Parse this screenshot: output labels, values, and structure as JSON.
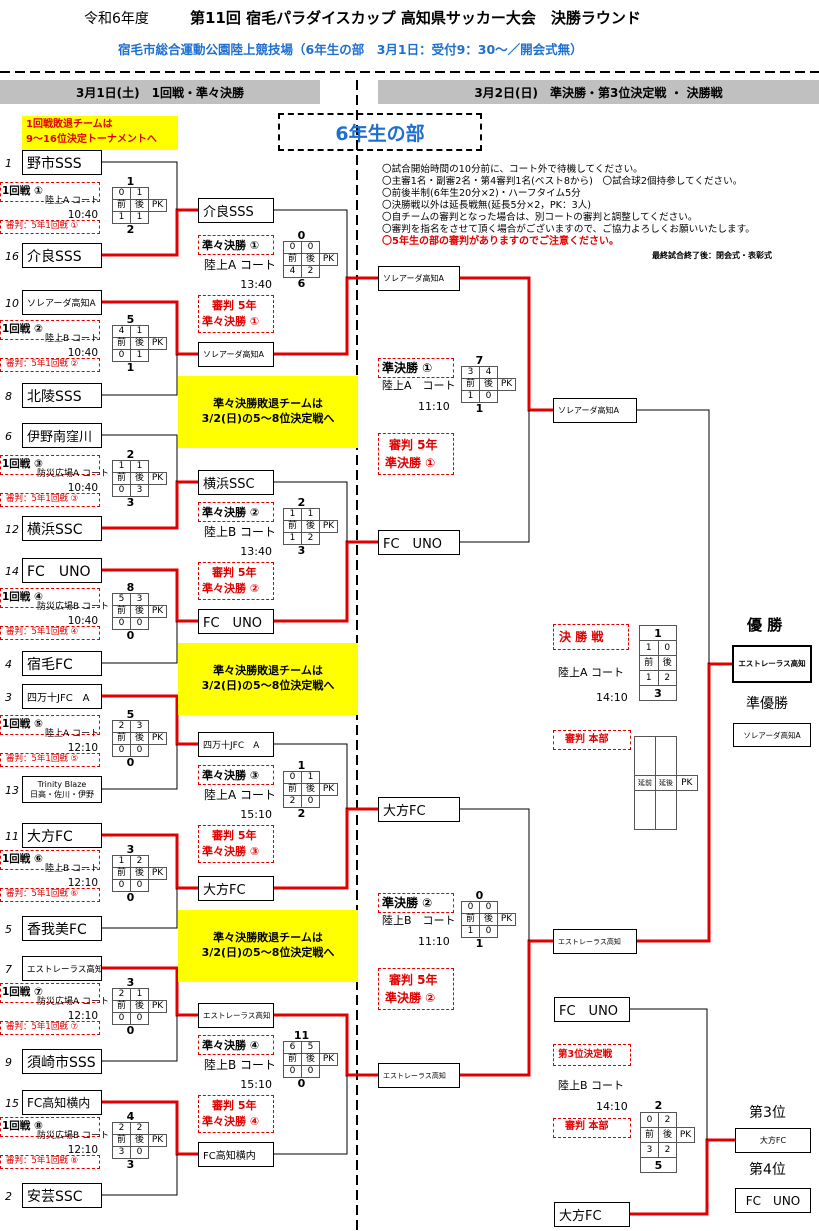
{
  "header": {
    "year": "令和6年度",
    "title": "第11回 宿毛パラダイスカップ 高知県サッカー大会　決勝ラウンド",
    "venue": "宿毛市総合運動公園陸上競技場（6年生の部　3月1日：受付9：30～／開会式無）"
  },
  "day1": "3月1日(土)　1回戦・準々決勝",
  "day2": "3月2日(日)　準決勝・第3位決定戦 ・ 決勝戦",
  "note_top": [
    "1回戦敗退チームは",
    "9～16位決定トーナメントへ"
  ],
  "division": "6年生の部",
  "notes": [
    "〇試合開始時間の10分前に、コート外で待機してください。",
    "〇主審1名・副審2名・第4審判1名(ベスト8から)　〇試合球2個持参してください。",
    "〇前後半制(6年生20分×2)・ハーフタイム5分",
    "〇決勝戦以外は延長戦無(延長5分×2，PK：3人)",
    "〇自チームの審判となった場合は、別コートの審判と調整してください。",
    "〇審判を指名をさせて頂く場合がございますので、ご協力よろしくお願いいたします。"
  ],
  "notes_red": "〇5年生の部の審判がありますのでご注意ください。",
  "notes_end": "最終試合終了後：閉会式・表彰式",
  "yellow": [
    "準々決勝敗退チームは",
    "3/2(日)の5～8位決定戦へ"
  ],
  "labels": {
    "first": "前",
    "second": "後",
    "pk": "PK",
    "et1": "延前",
    "et2": "延後"
  },
  "seeds": [
    {
      "n": "1",
      "name": "野市SSS"
    },
    {
      "n": "16",
      "name": "介良SSS"
    },
    {
      "n": "10",
      "name": "ソレアーダ高知A"
    },
    {
      "n": "8",
      "name": "北陵SSS"
    },
    {
      "n": "6",
      "name": "伊野南窪川"
    },
    {
      "n": "12",
      "name": "横浜SSC"
    },
    {
      "n": "14",
      "name": "FC　UNO"
    },
    {
      "n": "4",
      "name": "宿毛FC"
    },
    {
      "n": "3",
      "name": "四万十JFC　A"
    },
    {
      "n": "13",
      "name": "Trinity Blaze",
      "name2": "日高・佐川・伊野"
    },
    {
      "n": "11",
      "name": "大方FC"
    },
    {
      "n": "5",
      "name": "香我美FC"
    },
    {
      "n": "7",
      "name": "エストレーラス高知"
    },
    {
      "n": "9",
      "name": "須崎市SSS"
    },
    {
      "n": "15",
      "name": "FC高知横内"
    },
    {
      "n": "2",
      "name": "安芸SSC"
    }
  ],
  "r1": [
    {
      "label": "1回戦 ①",
      "court": "陸上A コート",
      "time": "10:40",
      "ref": "審判：5年1回戦 ①",
      "top": "1",
      "h1": [
        "0",
        "1"
      ],
      "h2": [
        "1",
        "1"
      ],
      "bot": "2"
    },
    {
      "label": "1回戦 ②",
      "court": "陸上B コート",
      "time": "10:40",
      "ref": "審判：5年1回戦 ②",
      "top": "5",
      "h1": [
        "4",
        "1"
      ],
      "h2": [
        "0",
        "1"
      ],
      "bot": "1"
    },
    {
      "label": "1回戦 ③",
      "court": "防災広場A コート",
      "time": "10:40",
      "ref": "審判：5年1回戦 ③",
      "top": "2",
      "h1": [
        "1",
        "1"
      ],
      "h2": [
        "0",
        "3"
      ],
      "bot": "3"
    },
    {
      "label": "1回戦 ④",
      "court": "防災広場B コート",
      "time": "10:40",
      "ref": "審判：5年1回戦 ④",
      "top": "8",
      "h1": [
        "5",
        "3"
      ],
      "h2": [
        "0",
        "0"
      ],
      "bot": "0"
    },
    {
      "label": "1回戦 ⑤",
      "court": "陸上A コート",
      "time": "12:10",
      "ref": "審判：5年1回戦 ⑤",
      "top": "5",
      "h1": [
        "2",
        "3"
      ],
      "h2": [
        "0",
        "0"
      ],
      "bot": "0"
    },
    {
      "label": "1回戦 ⑥",
      "court": "陸上B コート",
      "time": "12:10",
      "ref": "審判：5年1回戦 ⑥",
      "top": "3",
      "h1": [
        "1",
        "2"
      ],
      "h2": [
        "0",
        "0"
      ],
      "bot": "0"
    },
    {
      "label": "1回戦 ⑦",
      "court": "防災広場A コート",
      "time": "12:10",
      "ref": "審判：5年1回戦 ⑦",
      "top": "3",
      "h1": [
        "2",
        "1"
      ],
      "h2": [
        "0",
        "0"
      ],
      "bot": "0"
    },
    {
      "label": "1回戦 ⑧",
      "court": "防災広場B コート",
      "time": "12:10",
      "ref": "審判：5年1回戦 ⑧",
      "top": "4",
      "h1": [
        "2",
        "2"
      ],
      "h2": [
        "3",
        "0"
      ],
      "bot": "3"
    }
  ],
  "qf": [
    {
      "label": "準々決勝 ①",
      "court": "陸上A コート",
      "time": "13:40",
      "ref": "審判 5年",
      "ref2": "準々決勝 ①",
      "top": "0",
      "h1": [
        "0",
        "0"
      ],
      "h2": [
        "4",
        "2"
      ],
      "bot": "6"
    },
    {
      "label": "準々決勝 ②",
      "court": "陸上B コート",
      "time": "13:40",
      "ref": "審判 5年",
      "ref2": "準々決勝 ②",
      "top": "2",
      "h1": [
        "1",
        "1"
      ],
      "h2": [
        "1",
        "2"
      ],
      "bot": "3"
    },
    {
      "label": "準々決勝 ③",
      "court": "陸上A コート",
      "time": "15:10",
      "ref": "審判 5年",
      "ref2": "準々決勝 ③",
      "top": "1",
      "h1": [
        "0",
        "1"
      ],
      "h2": [
        "2",
        "0"
      ],
      "bot": "2"
    },
    {
      "label": "準々決勝 ④",
      "court": "陸上B コート",
      "time": "15:10",
      "ref": "審判 5年",
      "ref2": "準々決勝 ④",
      "top": "11",
      "h1": [
        "6",
        "5"
      ],
      "h2": [
        "0",
        "0"
      ],
      "bot": "0"
    }
  ],
  "r2teams": [
    "介良SSS",
    "ソレアーダ高知A",
    "横浜SSC",
    "FC　UNO",
    "四万十JFC　A",
    "大方FC",
    "エストレーラス高知",
    "FC高知横内"
  ],
  "sfteams": [
    "ソレアーダ高知A",
    "FC　UNO",
    "大方FC",
    "エストレーラス高知"
  ],
  "sf": [
    {
      "label": "準決勝 ①",
      "court": "陸上A　コート",
      "time": "11:10",
      "ref": "審判 5年",
      "ref2": "準決勝 ①",
      "top": "7",
      "h1": [
        "3",
        "4"
      ],
      "h2": [
        "1",
        "0"
      ],
      "bot": "1"
    },
    {
      "label": "準決勝 ②",
      "court": "陸上B　コート",
      "time": "11:10",
      "ref": "審判 5年",
      "ref2": "準決勝 ②",
      "top": "0",
      "h1": [
        "0",
        "0"
      ],
      "h2": [
        "1",
        "0"
      ],
      "bot": "1"
    }
  ],
  "finalteams": [
    "ソレアーダ高知A",
    "エストレーラス高知"
  ],
  "final": {
    "label": "決 勝 戦",
    "court": "陸上A コート",
    "time": "14:10",
    "ref": "審判 本部",
    "top": "1",
    "h1": [
      "1",
      "0"
    ],
    "h2": [
      "1",
      "2"
    ],
    "bot": "3"
  },
  "third": {
    "label": "第3位決定戦",
    "court": "陸上B コート",
    "time": "14:10",
    "ref": "審判 本部",
    "top": "2",
    "h1": [
      "0",
      "2"
    ],
    "h2": [
      "3",
      "2"
    ],
    "bot": "5",
    "team_top": "FC　UNO",
    "team_bot": "大方FC"
  },
  "results": {
    "champion_label": "優 勝",
    "champion": "エストレーラス高知",
    "runner_label": "準優勝",
    "runner": "ソレアーダ高知A",
    "third_label": "第3位",
    "third": "大方FC",
    "fourth_label": "第4位",
    "fourth": "FC　UNO"
  }
}
